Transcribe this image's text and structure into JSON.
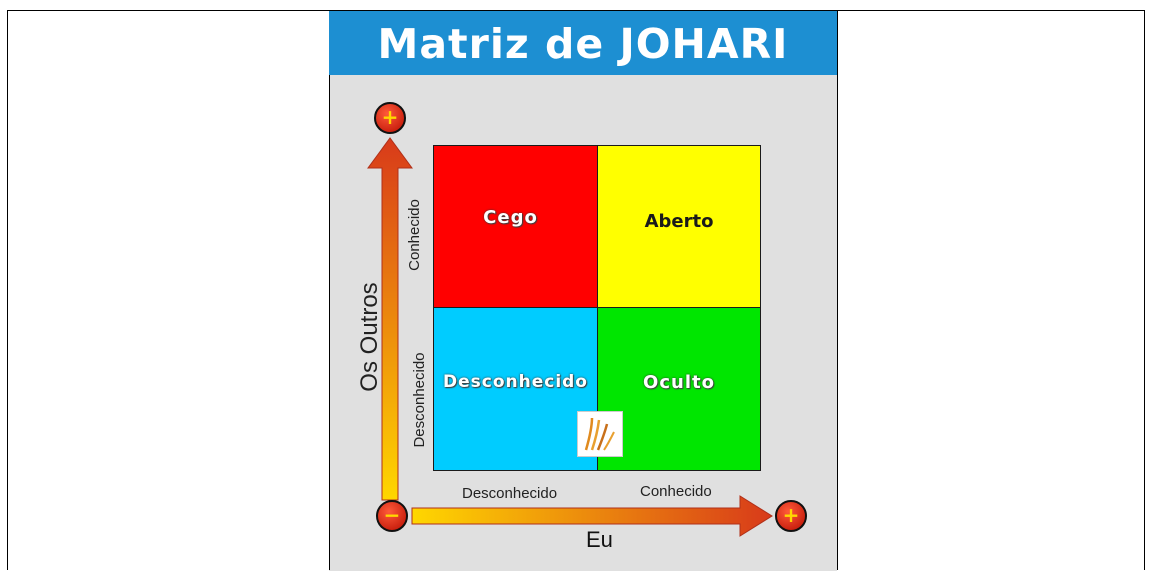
{
  "title": "Matriz de JOHARI",
  "quadrants": {
    "top_left": "Cego",
    "top_right": "Aberto",
    "bottom_left": "Desconhecido",
    "bottom_right": "Oculto"
  },
  "y_axis": {
    "title": "Os Outros",
    "upper_label": "Conhecido",
    "lower_label": "Desconhecido"
  },
  "x_axis": {
    "title": "Eu",
    "left_label": "Desconhecido",
    "right_label": "Conhecido"
  },
  "symbols": {
    "plus": "+",
    "minus": "−"
  },
  "colors": {
    "title_bar": "#1d8fd2",
    "cego": "#ff0000",
    "aberto": "#ffff00",
    "desconhecido": "#00ccff",
    "oculto": "#00e600",
    "arrow_start": "#ffd700",
    "arrow_end": "#d83a1a"
  }
}
